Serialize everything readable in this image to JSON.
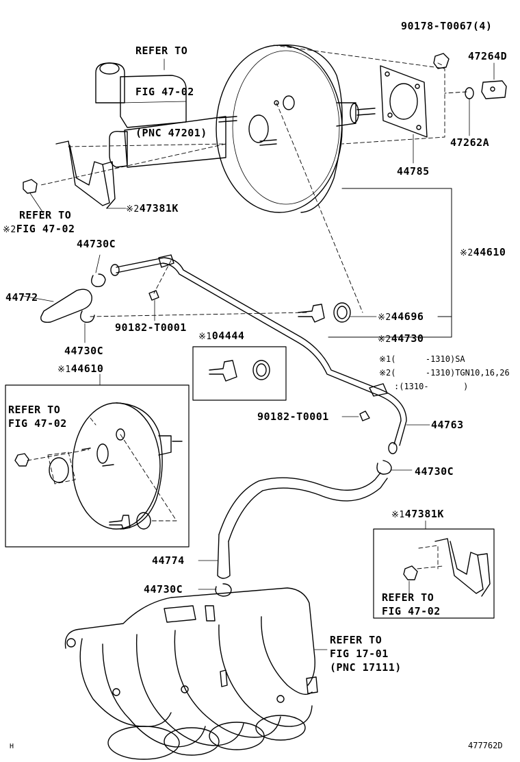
{
  "refs": {
    "top_master": [
      "REFER TO",
      "FIG 47-02",
      "(PNC 47201)"
    ],
    "left_bracket": [
      "REFER TO",
      "FIG 47-02"
    ],
    "inset_left": [
      "REFER TO",
      "FIG 47-02"
    ],
    "inset_right": [
      "REFER TO",
      "FIG 47-02"
    ],
    "manifold": [
      "REFER TO",
      "FIG 17-01",
      "(PNC 17111)"
    ]
  },
  "parts": {
    "p90178": "90178-T0067(4)",
    "p47264d": "47264D",
    "p47262a": "47262A",
    "p44785": "44785",
    "p47381k": "47381K",
    "p47381k_inset": "47381K",
    "p44730c_top": "44730C",
    "p44772": "44772",
    "p90182_top": "90182-T0001",
    "p44730c_mid": "44730C",
    "p44610_right": "44610",
    "p44696": "44696",
    "p44730": "44730",
    "p04444": "04444",
    "p44610_inset": "44610",
    "p90182_mid": "90182-T0001",
    "p44763": "44763",
    "p44730c_low": "44730C",
    "p44774": "44774",
    "p44730c_bottom": "44730C"
  },
  "marks": {
    "m1": "※1",
    "m2": "※2"
  },
  "notes": {
    "n1_mark": "※1",
    "n1_text": "(      -1310)SA",
    "n2_mark": "※2",
    "n2_text": "(      -1310)TGN10,16,26",
    "n2_cont": ":(1310-       )"
  },
  "footer": {
    "left": "H",
    "code": "477762D"
  }
}
